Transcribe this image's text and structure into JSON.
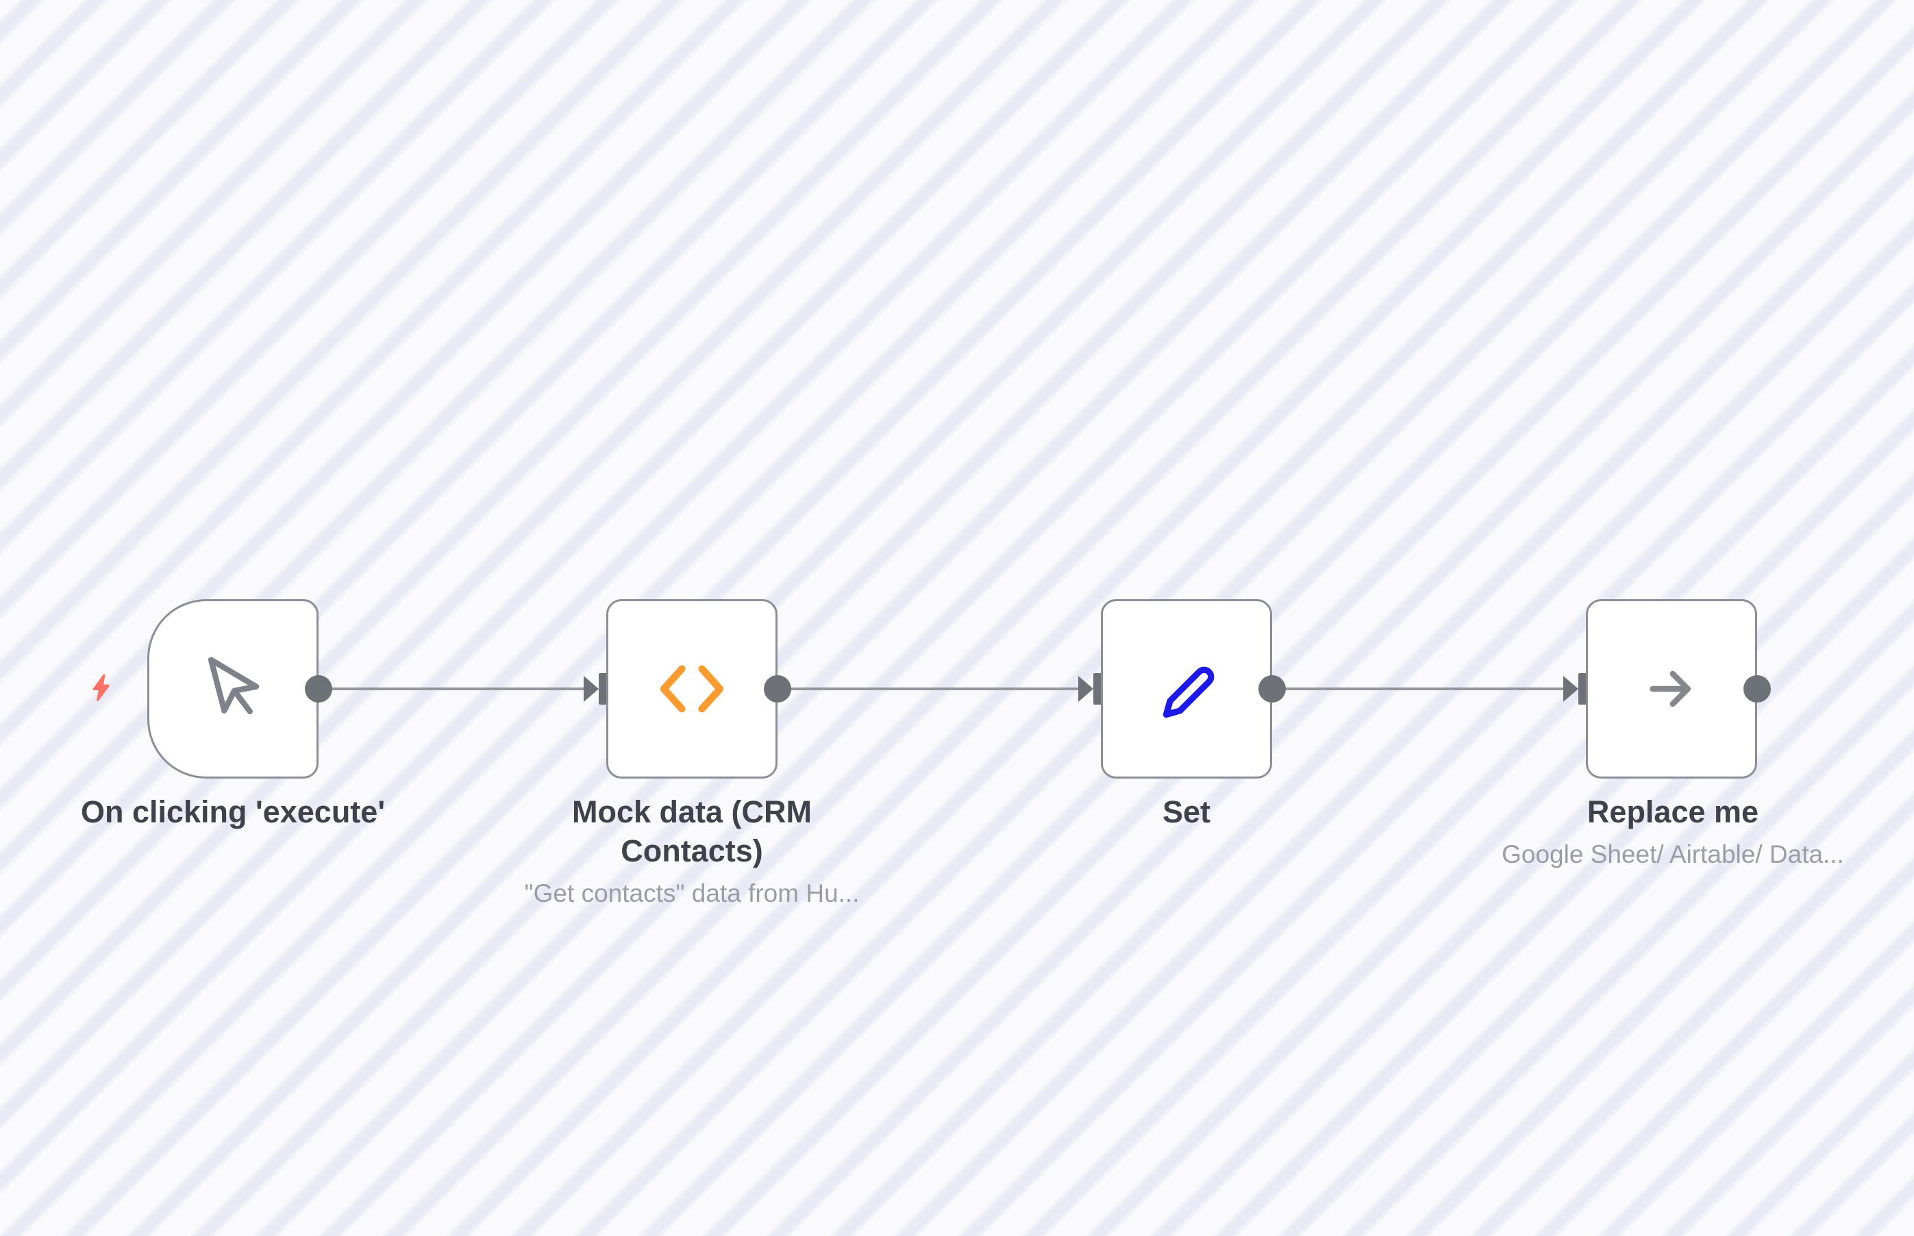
{
  "app": {
    "name": "workflow editor canvas"
  },
  "canvas": {
    "stripe_color": "#e9eaf5",
    "base_color": "#fafafd"
  },
  "colors": {
    "node_border": "#8b8e95",
    "node_fill": "#ffffff",
    "connection_line": "#94969c",
    "endpoint": "#6e7178",
    "title_text": "#3f424a",
    "subtitle_text": "#9a9da5",
    "trigger_bolt": "#fa7265",
    "code_icon": "#f99b2e",
    "pencil_icon": "#1d19e8",
    "cursor_icon": "#7f828a",
    "arrow_icon": "#85878d"
  },
  "nodes": [
    {
      "id": "on-clicking-execute",
      "title": "On clicking 'execute'",
      "subtitle": "",
      "shape": "trigger-rounded-left",
      "icon": "mouse-pointer-icon",
      "trigger_indicator": "lightning-bolt-icon"
    },
    {
      "id": "mock-data-crm-contacts",
      "title": "Mock data (CRM Contacts)",
      "subtitle": "\"Get contacts\" data from Hu...",
      "shape": "rounded-square",
      "icon": "code-brackets-icon"
    },
    {
      "id": "set",
      "title": "Set",
      "subtitle": "",
      "shape": "rounded-square",
      "icon": "pencil-icon"
    },
    {
      "id": "replace-me",
      "title": "Replace me",
      "subtitle": "Google Sheet/ Airtable/ Data...",
      "shape": "rounded-square",
      "icon": "arrow-right-icon"
    }
  ],
  "connections": [
    {
      "from": "on-clicking-execute",
      "to": "mock-data-crm-contacts"
    },
    {
      "from": "mock-data-crm-contacts",
      "to": "set"
    },
    {
      "from": "set",
      "to": "replace-me"
    }
  ]
}
